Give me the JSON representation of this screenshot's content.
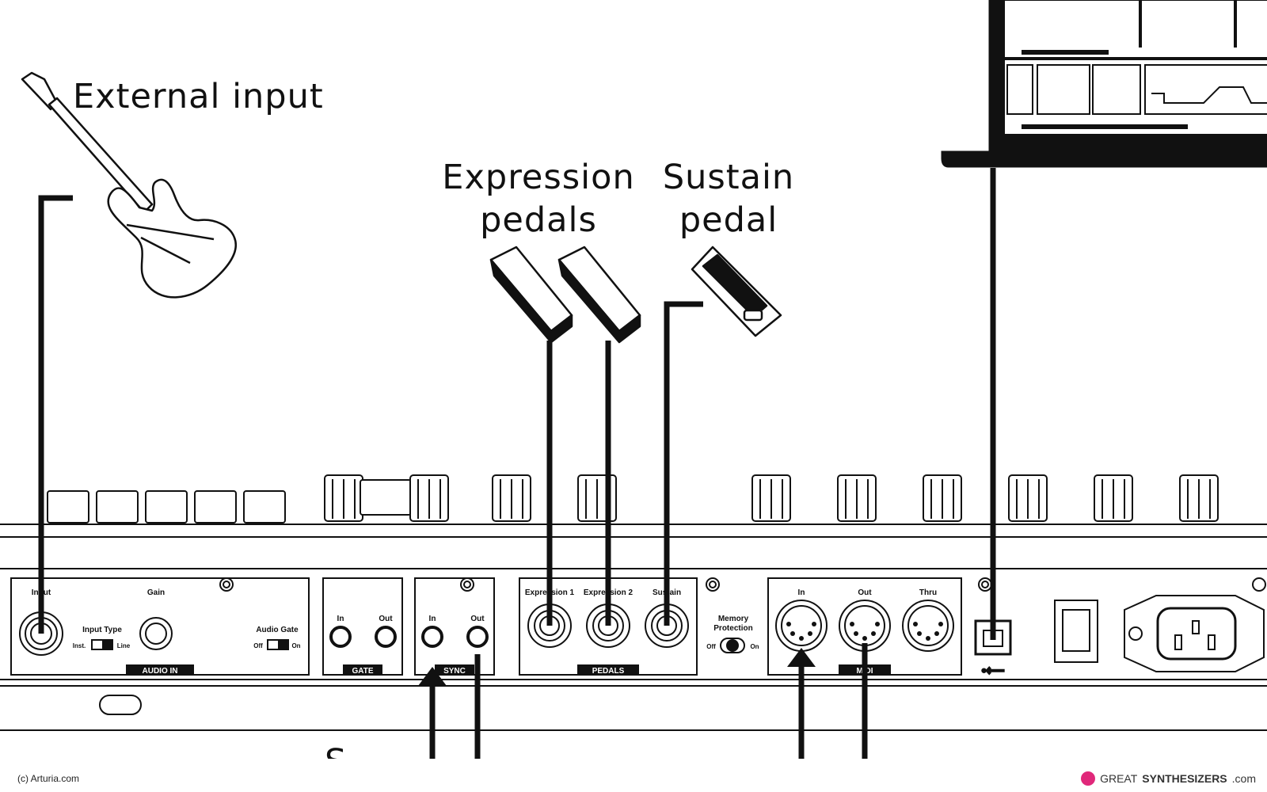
{
  "labels": {
    "external_input": "External input",
    "expression_pedals_1": "Expression",
    "expression_pedals_2": "pedals",
    "sustain_pedal_1": "Sustain",
    "sustain_pedal_2": "pedal",
    "partial_bottom": "S"
  },
  "panel": {
    "audio_in": {
      "input": "Input",
      "gain": "Gain",
      "input_type": "Input Type",
      "inst": "Inst.",
      "line": "Line",
      "audio_gate": "Audio Gate",
      "off": "Off",
      "on": "On",
      "band": "AUDIO IN"
    },
    "gate": {
      "in": "In",
      "out": "Out",
      "band": "GATE"
    },
    "sync": {
      "in": "In",
      "out": "Out",
      "band": "SYNC"
    },
    "pedals": {
      "exp1": "Expression 1",
      "exp2": "Expression 2",
      "sustain": "Sustain",
      "band": "PEDALS"
    },
    "memory": {
      "line1": "Memory",
      "line2": "Protection",
      "off": "Off",
      "on": "On"
    },
    "midi": {
      "in": "In",
      "out": "Out",
      "thru": "Thru",
      "band": "MIDI"
    }
  },
  "footer": {
    "credit": "(c) Arturia.com",
    "brand_a": "GREAT",
    "brand_b": "SYNTHESIZERS",
    "brand_c": ".com"
  },
  "colors": {
    "ink": "#111111",
    "brand": "#e0287a"
  }
}
